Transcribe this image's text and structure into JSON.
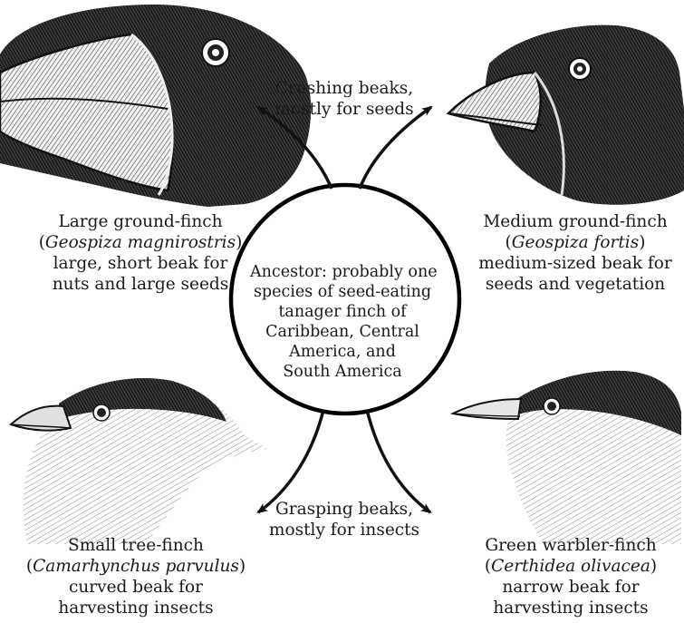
{
  "center": {
    "lines": [
      "Ancestor: probably one",
      "species of seed-eating",
      "tanager finch of",
      "Caribbean, Central",
      "America, and",
      "South America"
    ]
  },
  "top_label": {
    "lines": [
      "Crushing beaks,",
      "mostly for seeds"
    ]
  },
  "bottom_label": {
    "lines": [
      "Grasping beaks,",
      "mostly for insects"
    ]
  },
  "finches": {
    "large_ground": {
      "name": "Large ground-finch",
      "sci_open": "(",
      "sci": "Geospiza magnirostris",
      "sci_close": ")",
      "desc1": "large, short beak for",
      "desc2": "nuts and large seeds"
    },
    "medium_ground": {
      "name": "Medium ground-finch",
      "sci_open": "(",
      "sci": "Geospiza fortis",
      "sci_close": ")",
      "desc1": "medium-sized beak for",
      "desc2": "seeds and vegetation"
    },
    "small_tree": {
      "name": "Small tree-finch",
      "sci_open": "(",
      "sci": "Camarhynchus parvulus",
      "sci_close": ")",
      "desc1": "curved beak for",
      "desc2": "harvesting insects"
    },
    "green_warbler": {
      "name": "Green warbler-finch",
      "sci_open": "(",
      "sci": "Certhidea olivacea",
      "sci_close": ")",
      "desc1": "narrow beak for",
      "desc2": "harvesting insects"
    }
  }
}
